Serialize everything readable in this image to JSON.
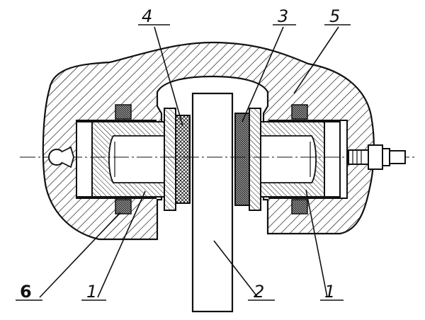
{
  "diagram": {
    "callouts": [
      {
        "id": "c1",
        "label": "1"
      },
      {
        "id": "c2",
        "label": "2"
      },
      {
        "id": "c3",
        "label": "3"
      },
      {
        "id": "c4",
        "label": "4"
      },
      {
        "id": "c5",
        "label": "5"
      },
      {
        "id": "c6",
        "label": "6"
      },
      {
        "id": "c7",
        "label": "1"
      }
    ],
    "colors": {
      "ink": "#111111",
      "paper": "#ffffff"
    }
  }
}
